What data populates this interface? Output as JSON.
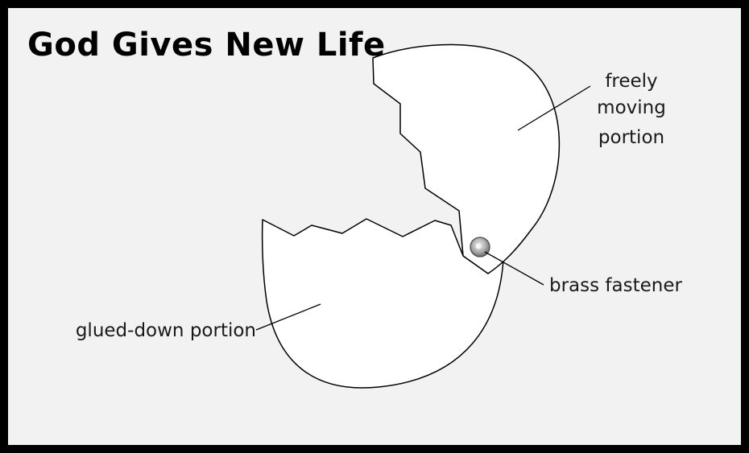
{
  "title": "God Gives New Life",
  "labels": {
    "freely_moving": [
      "freely",
      "moving",
      "portion"
    ],
    "brass_fastener": "brass fastener",
    "glued_down": "glued-down portion"
  },
  "colors": {
    "frame": "#000000",
    "background": "#f2f2f2",
    "shell_fill": "#ffffff",
    "fastener": "#a8a8a8"
  }
}
